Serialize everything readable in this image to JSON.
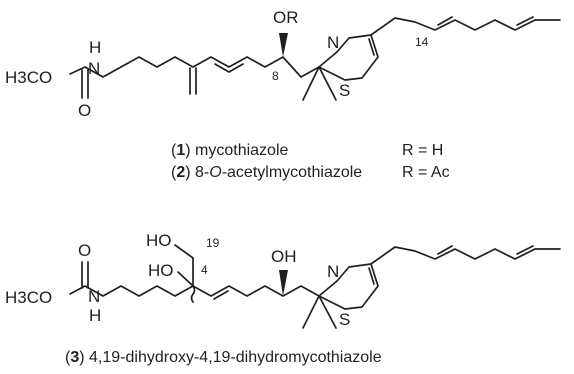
{
  "structure1": {
    "atoms": {
      "h3co": "H3CO",
      "nh_h": "H",
      "nh_n": "N",
      "carbonyl_o": "O",
      "or_label": "OR",
      "thiazole_n": "N",
      "thiazole_s": "S"
    },
    "locants": {
      "c8": "8",
      "c14": "14"
    },
    "captions": [
      {
        "number": "1",
        "name": "mycothiazole",
        "name_prefix": "",
        "name_italic": "",
        "name_suffix": "",
        "r_value": "R = H"
      },
      {
        "number": "2",
        "name": "",
        "name_prefix": "8-",
        "name_italic": "O",
        "name_suffix": "-acetylmycothiazole",
        "r_value": "R = Ac"
      }
    ]
  },
  "structure3": {
    "atoms": {
      "h3co": "H3CO",
      "carbonyl_o": "O",
      "nh_n": "N",
      "nh_h": "H",
      "ho_top": "HO",
      "ho_mid": "HO",
      "oh": "OH",
      "thiazole_n": "N",
      "thiazole_s": "S"
    },
    "locants": {
      "c19": "19",
      "c4": "4"
    },
    "caption": {
      "number": "3",
      "name": "4,19-dihydroxy-4,19-dihydromycothiazole"
    }
  }
}
